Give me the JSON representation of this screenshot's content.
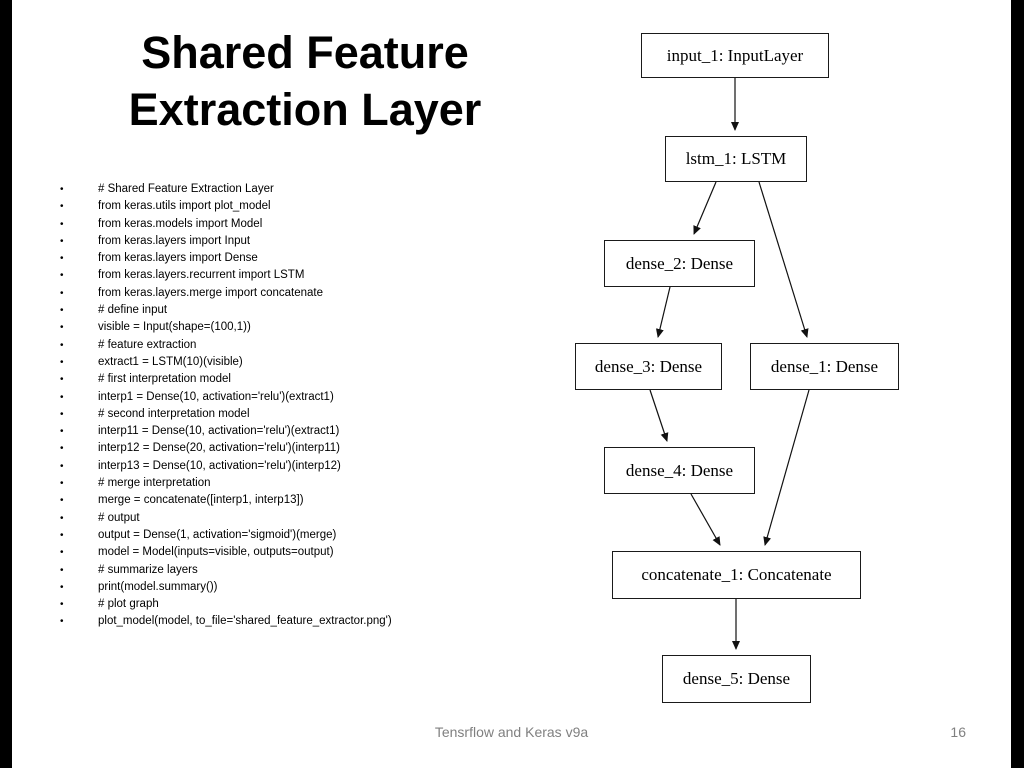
{
  "slide": {
    "title": {
      "line1": "Shared Feature",
      "line2": "Extraction Layer"
    },
    "footer": "Tensrflow and Keras v9a",
    "page_number": "16"
  },
  "code_lines": [
    "# Shared Feature Extraction Layer",
    "from keras.utils import plot_model",
    "from keras.models import Model",
    "from keras.layers import Input",
    "from keras.layers import Dense",
    "from keras.layers.recurrent import LSTM",
    "from keras.layers.merge import concatenate",
    "# define input",
    "visible = Input(shape=(100,1))",
    "# feature extraction",
    "extract1 = LSTM(10)(visible)",
    "# first interpretation model",
    "interp1 = Dense(10, activation='relu')(extract1)",
    "# second interpretation model",
    "interp11 = Dense(10, activation='relu')(extract1)",
    "interp12 = Dense(20, activation='relu')(interp11)",
    "interp13 = Dense(10, activation='relu')(interp12)",
    "# merge interpretation",
    "merge = concatenate([interp1, interp13])",
    "# output",
    "output = Dense(1, activation='sigmoid')(merge)",
    "model = Model(inputs=visible, outputs=output)",
    "# summarize layers",
    "print(model.summary())",
    "# plot graph",
    "plot_model(model, to_file='shared_feature_extractor.png')"
  ],
  "diagram": {
    "nodes": [
      {
        "id": "input_1",
        "label": "input_1: InputLayer"
      },
      {
        "id": "lstm_1",
        "label": "lstm_1: LSTM"
      },
      {
        "id": "dense_2",
        "label": "dense_2: Dense"
      },
      {
        "id": "dense_3",
        "label": "dense_3: Dense"
      },
      {
        "id": "dense_1",
        "label": "dense_1: Dense"
      },
      {
        "id": "dense_4",
        "label": "dense_4: Dense"
      },
      {
        "id": "concatenate_1",
        "label": "concatenate_1: Concatenate"
      },
      {
        "id": "dense_5",
        "label": "dense_5: Dense"
      }
    ],
    "edges": [
      {
        "from": "input_1",
        "to": "lstm_1"
      },
      {
        "from": "lstm_1",
        "to": "dense_2"
      },
      {
        "from": "lstm_1",
        "to": "dense_1"
      },
      {
        "from": "dense_2",
        "to": "dense_3"
      },
      {
        "from": "dense_3",
        "to": "dense_4"
      },
      {
        "from": "dense_4",
        "to": "concatenate_1"
      },
      {
        "from": "dense_1",
        "to": "concatenate_1"
      },
      {
        "from": "concatenate_1",
        "to": "dense_5"
      }
    ]
  }
}
